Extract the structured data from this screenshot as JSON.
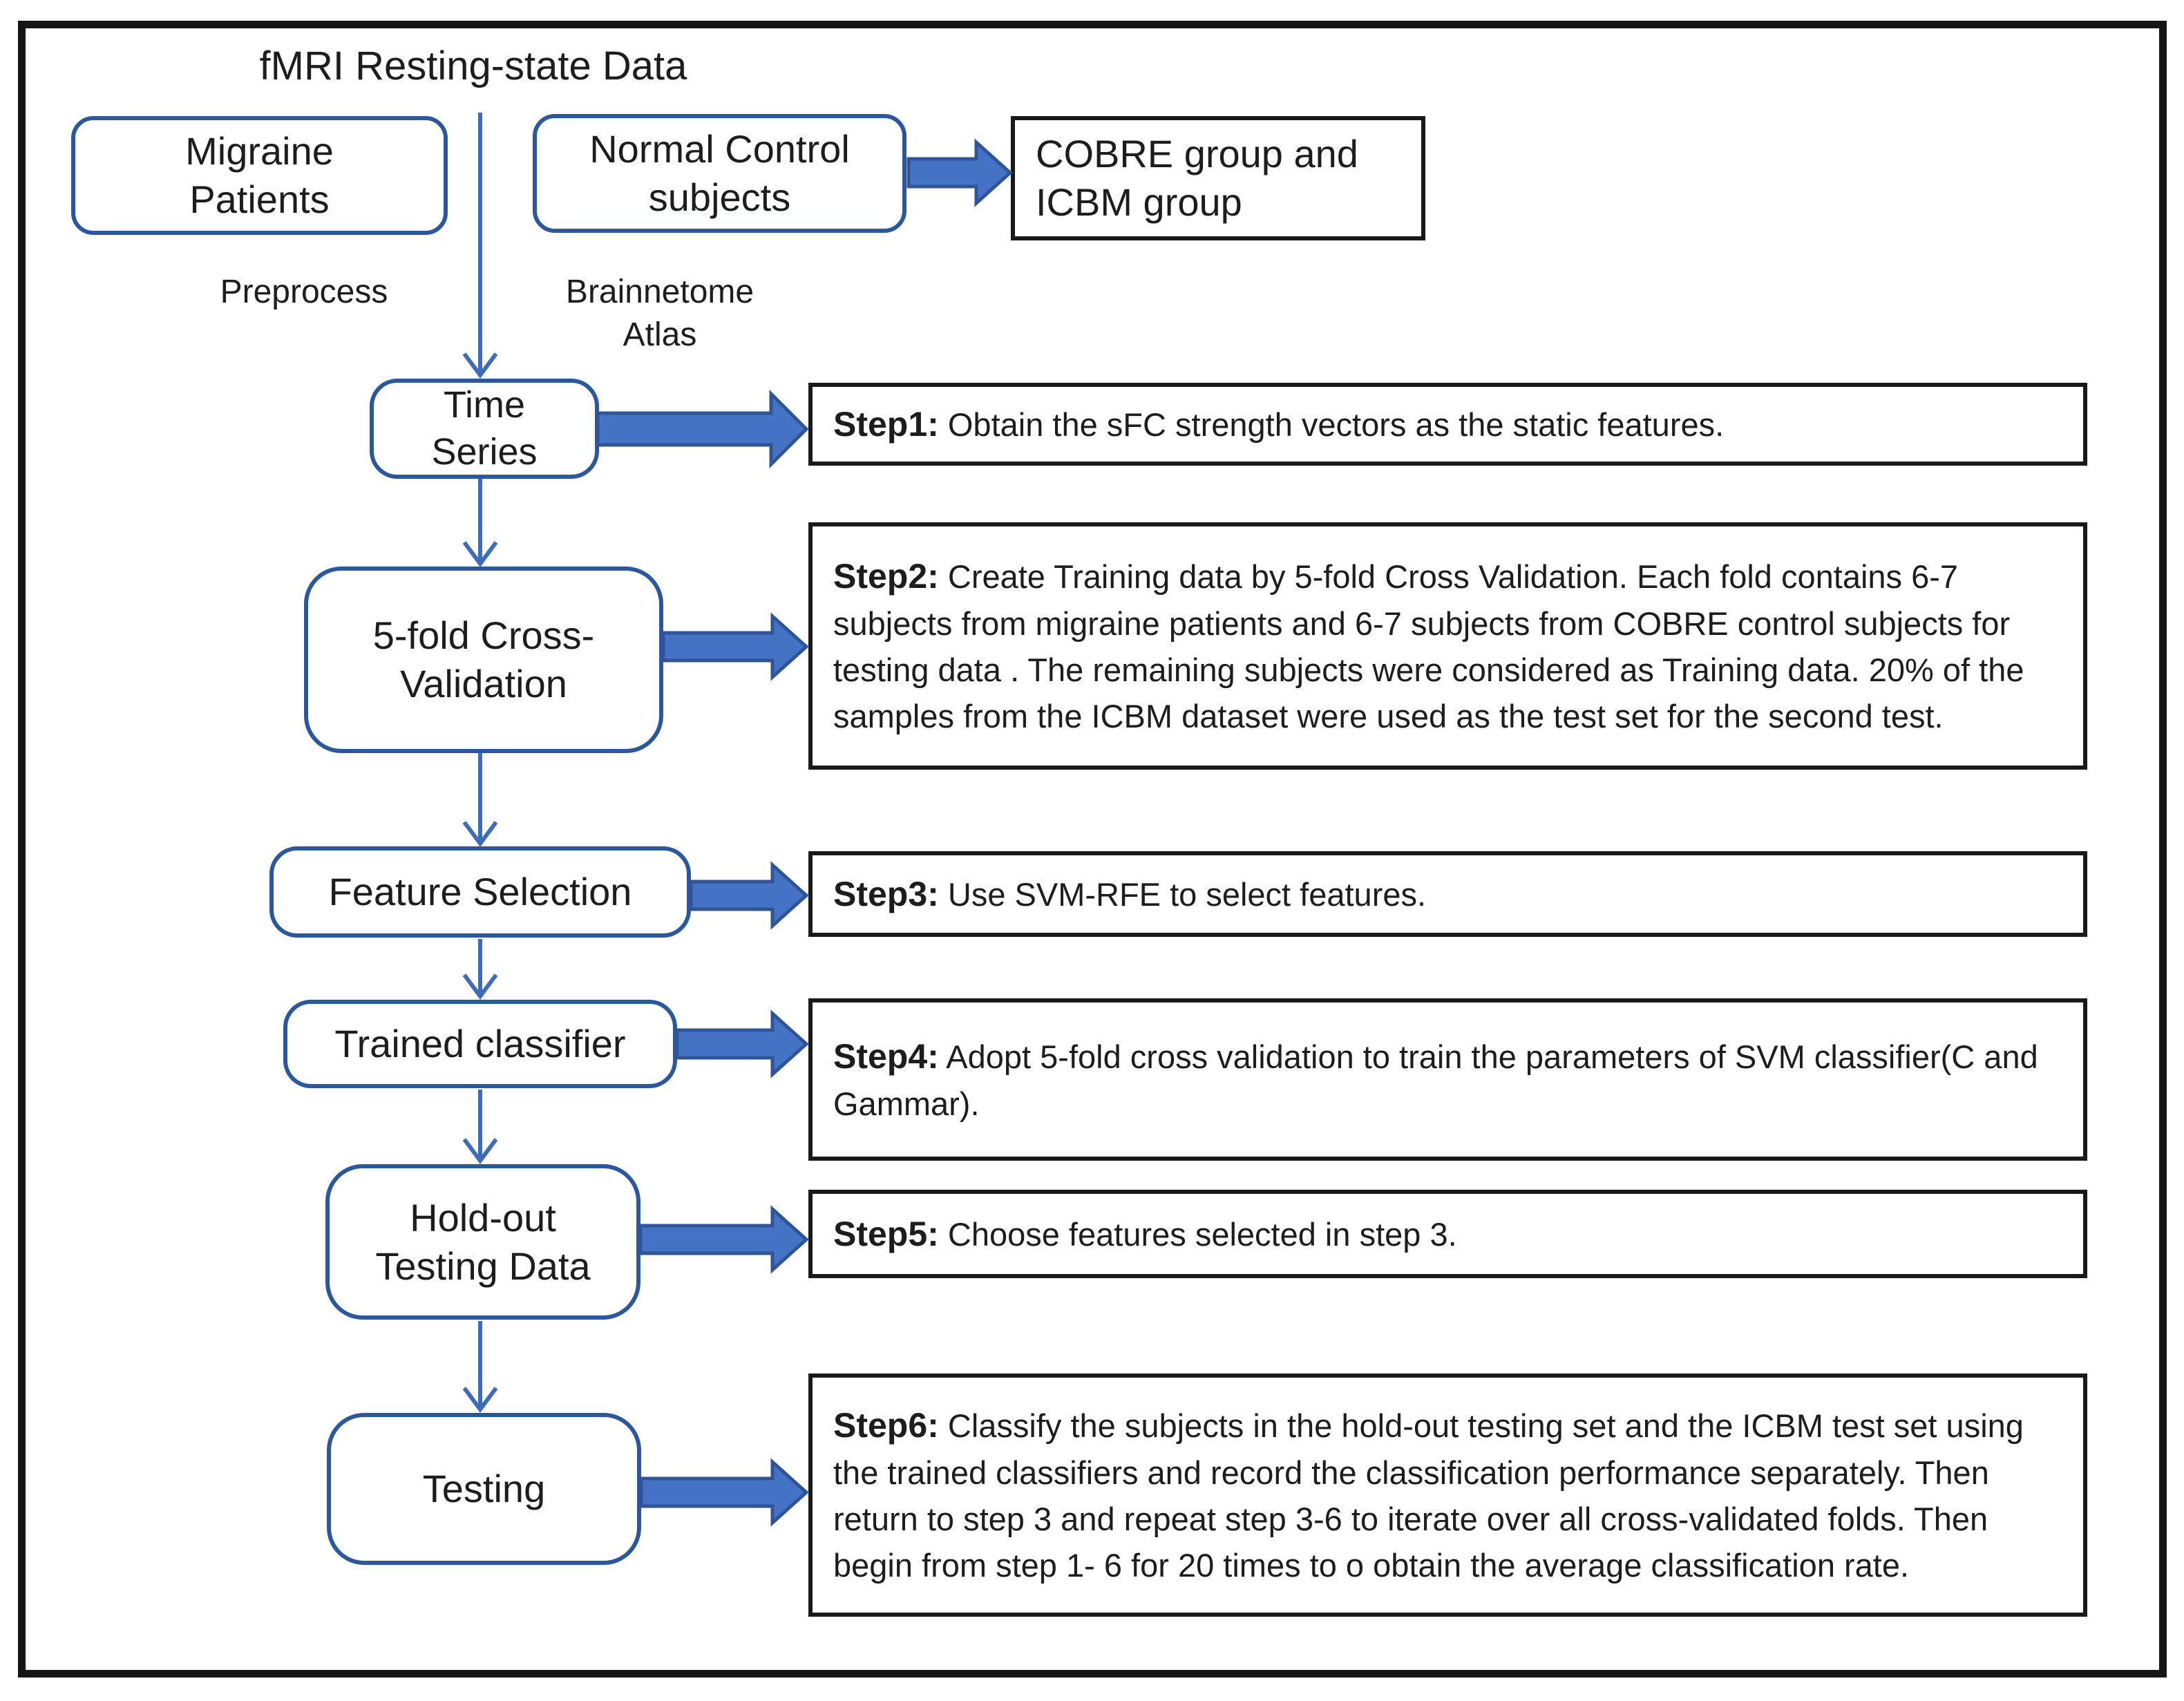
{
  "colors": {
    "node_border": "#2b579c",
    "block_arrow_fill": "#4472c4",
    "block_arrow_stroke": "#2f5597",
    "thin_arrow": "#3e6cb8",
    "step_border": "#1a1a1a",
    "text": "#1d1d1d"
  },
  "diagram": {
    "title": "fMRI Resting-state Data",
    "labels": {
      "preprocess": "Preprocess",
      "atlas": "Brainnetome\nAtlas"
    },
    "nodes": {
      "migraine": "Migraine\nPatients",
      "normal_control": "Normal Control\nsubjects",
      "cobre": "COBRE group and\nICBM group",
      "time_series": "Time\nSeries",
      "cross_validation": "5-fold Cross-\nValidation",
      "feature_selection": "Feature Selection",
      "trained_classifier": "Trained classifier",
      "hold_out": "Hold-out\nTesting Data",
      "testing": "Testing"
    },
    "steps": [
      {
        "label": "Step1:",
        "body": "Obtain the sFC strength vectors as the static features."
      },
      {
        "label": "Step2:",
        "body": "Create Training data by 5-fold Cross Validation. Each fold contains 6-7 subjects from migraine patients and 6-7 subjects from COBRE control subjects for testing data . The remaining subjects were considered as Training data. 20% of the samples from the ICBM dataset were used as the test set for the second test."
      },
      {
        "label": "Step3:",
        "body": "Use SVM-RFE to select features."
      },
      {
        "label": "Step4:",
        "body": "Adopt 5-fold cross validation to train the parameters of SVM classifier(C and Gammar)."
      },
      {
        "label": "Step5:",
        "body": "Choose features selected in step 3."
      },
      {
        "label": "Step6:",
        "body": "Classify the subjects in the hold-out testing set and the ICBM test set using the trained classifiers and record the classification performance separately. Then return to step 3 and repeat step 3-6 to iterate over all cross-validated folds. Then begin from step 1- 6  for 20 times to o obtain the average classification rate."
      }
    ]
  }
}
